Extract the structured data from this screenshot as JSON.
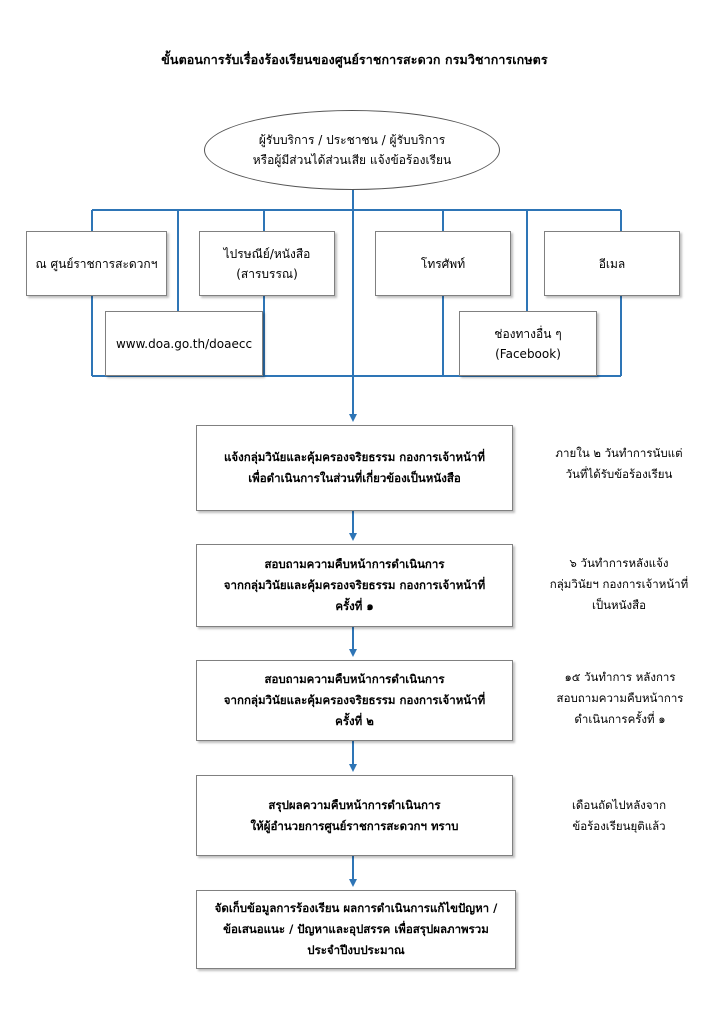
{
  "title": "ขั้นตอนการรับเรื่องร้องเรียนของศูนย์ราชการสะดวก กรมวิชาการเกษตร",
  "start": {
    "line1": "ผู้รับบริการ / ประชาชน / ผู้รับบริการ",
    "line2": "หรือผู้มีส่วนได้ส่วนเสีย แจ้งข้อร้องเรียน"
  },
  "channels": {
    "center": "ณ ศูนย์ราชการสะดวกฯ",
    "mail_line1": "ไปรษณีย์/หนังสือ",
    "mail_line2": "(สารบรรณ)",
    "phone": "โทรศัพท์",
    "email": "อีเมล",
    "website": "www.doa.go.th/doaecc",
    "other_line1": "ช่องทางอื่น ๆ",
    "other_line2": "(Facebook)"
  },
  "steps": [
    {
      "line1": "แจ้งกลุ่มวินัยและคุ้มครองจริยธรรม กองการเจ้าหน้าที่",
      "line2": "เพื่อดำเนินการในส่วนที่เกี่ยวข้องเป็นหนังสือ"
    },
    {
      "line1": "สอบถามความคืบหน้าการดำเนินการ",
      "line2": "จากกลุ่มวินัยและคุ้มครองจริยธรรม กองการเจ้าหน้าที่",
      "line3": "ครั้งที่ ๑"
    },
    {
      "line1": "สอบถามความคืบหน้าการดำเนินการ",
      "line2": "จากกลุ่มวินัยและคุ้มครองจริยธรรม กองการเจ้าหน้าที่",
      "line3": "ครั้งที่ ๒"
    },
    {
      "line1": "สรุปผลความคืบหน้าการดำเนินการ",
      "line2": "ให้ผู้อำนวยการศูนย์ราชการสะดวกฯ ทราบ"
    },
    {
      "line1": "จัดเก็บข้อมูลการร้องเรียน ผลการดำเนินการแก้ไขปัญหา /",
      "line2": "ข้อเสนอแนะ / ปัญหาและอุปสรรค เพื่อสรุปผลภาพรวม",
      "line3": "ประจำปีงบประมาณ"
    }
  ],
  "notes": [
    {
      "line1": "ภายใน ๒ วันทำการนับแต่",
      "line2": "วันที่ได้รับข้อร้องเรียน"
    },
    {
      "line1": "๖ วันทำการหลังแจ้ง",
      "line2": "กลุ่มวินัยฯ กองการเจ้าหน้าที่",
      "line3": "เป็นหนังสือ"
    },
    {
      "line1": "๑๕ วันทำการ หลังการ",
      "line2": "สอบถามความคืบหน้าการ",
      "line3": "ดำเนินการครั้งที่ ๑"
    },
    {
      "line1": "เดือนถัดไปหลังจาก",
      "line2": "ข้อร้องเรียนยุติแล้ว"
    }
  ],
  "colors": {
    "connector": "#2E75B6",
    "box_border": "#808080"
  }
}
